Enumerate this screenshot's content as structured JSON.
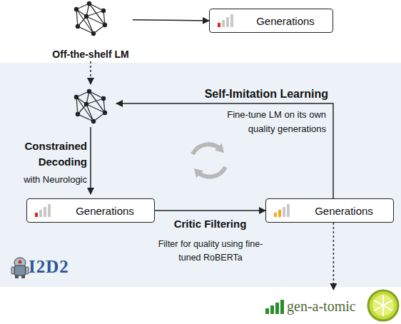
{
  "diagram": {
    "nodes": [
      {
        "text": [
          "Off-the-shelf LM"
        ]
      },
      {
        "text": [
          "Generations"
        ]
      },
      {
        "text": [
          "I2D2"
        ]
      },
      {
        "text": [
          "Generations"
        ],
        "in": 2
      },
      {
        "text": [
          "Generations"
        ],
        "in": 2
      },
      {
        "text": [
          "gen-a-tomic"
        ]
      }
    ],
    "edges": [
      {
        "from": 0,
        "to": 1,
        "arrow": "to"
      },
      {
        "from": 3,
        "to": 4,
        "label": "Critic Filtering",
        "arrow": "to"
      },
      {
        "from": 4,
        "to": 5,
        "arrow": "to"
      }
    ],
    "labels": [
      "Self-Imitation Learning",
      "Fine-tune LM on its own quality generations",
      "Constrained Decoding",
      "with Neurologic",
      "Filter for quality using fine-tuned RoBERTa"
    ]
  }
}
